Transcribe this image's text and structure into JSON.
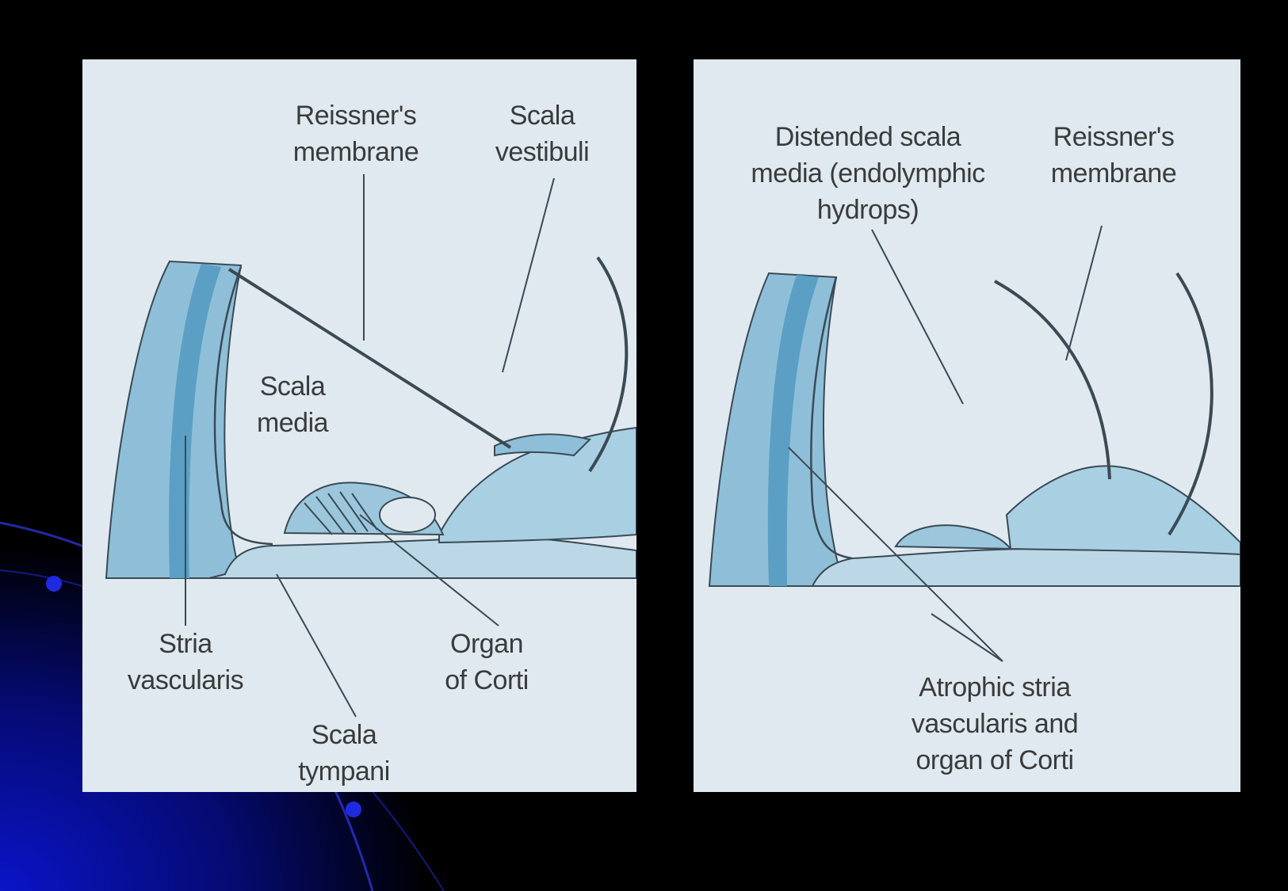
{
  "colors": {
    "slide_background": "#000000",
    "decor_blue": "#0a14c8",
    "panel_background": "#dfe9ef",
    "tissue_light": "#bcd8e6",
    "tissue_mid": "#8fbfd8",
    "tissue_dark": "#5c9fc4",
    "outline": "#3a4a55",
    "label_text": "#3b3b3b"
  },
  "left_panel": {
    "labels": {
      "reissners_membrane": "Reissner's\nmembrane",
      "scala_vestibuli": "Scala\nvestibuli",
      "scala_media": "Scala\nmedia",
      "stria_vascularis": "Stria\nvascularis",
      "organ_of_corti": "Organ\nof Corti",
      "scala_tympani": "Scala\ntympani"
    }
  },
  "right_panel": {
    "labels": {
      "distended_scala_media": "Distended scala\nmedia (endolymphic\nhydrops)",
      "reissners_membrane": "Reissner's\nmembrane",
      "atrophic_stria": "Atrophic stria\nvascularis and\norgan of Corti"
    }
  }
}
